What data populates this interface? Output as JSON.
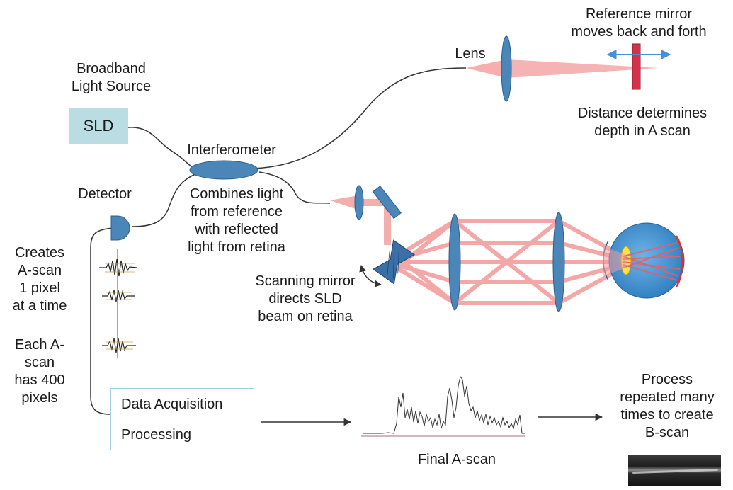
{
  "labels": {
    "broadband_source": "Broadband\nLight Source",
    "sld": "SLD",
    "interferometer": "Interferometer",
    "combines_light": "Combines light\nfrom reference\nwith reflected\nlight from retina",
    "detector": "Detector",
    "creates_ascan": "Creates\nA-scan\n1 pixel\nat a time",
    "each_ascan": "Each A-\nscan\nhas 400\npixels",
    "lens": "Lens",
    "reference_mirror": "Reference mirror\nmoves back and forth",
    "distance_depth": "Distance determines\ndepth in  A scan",
    "scanning_mirror": "Scanning mirror\ndirects SLD\nbeam on retina",
    "data_acquisition": "Data Acquisition",
    "processing": "Processing",
    "final_ascan": "Final A-scan",
    "process_repeated": "Process\nrepeated many\ntimes to create\nB-scan"
  },
  "colors": {
    "lens_blue": "#4a86b8",
    "beam_red": "#f28c8c",
    "mirror_red": "#d6304a",
    "arrow_blue": "#4a8fd0",
    "sld_fill": "#b9dde3",
    "box_border": "#9fd3dc"
  }
}
